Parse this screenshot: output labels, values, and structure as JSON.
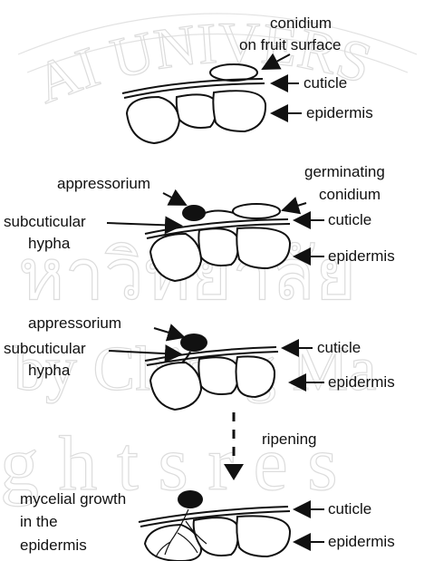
{
  "watermark": {
    "arc_text": "AI UNIVERS",
    "row1": "หาวิทยาลัย",
    "row2": "by Chiang Ma",
    "row3": "g h t s r e s"
  },
  "panels": [
    {
      "conidium_label": [
        "conidium",
        "on fruit surface"
      ],
      "cuticle_label": "cuticle",
      "epidermis_label": "epidermis"
    },
    {
      "appressorium_label": "appressorium",
      "germinating_label": [
        "germinating",
        "conidium"
      ],
      "subcuticular_label": [
        "subcuticular",
        "hypha"
      ],
      "cuticle_label": "cuticle",
      "epidermis_label": "epidermis"
    },
    {
      "appressorium_label": "appressorium",
      "subcuticular_label": [
        "subcuticular",
        "hypha"
      ],
      "cuticle_label": "cuticle",
      "epidermis_label": "epidermis"
    },
    {
      "mycelial_label": [
        "mycelial growth",
        "in the",
        "epidermis"
      ],
      "cuticle_label": "cuticle",
      "epidermis_label": "epidermis"
    }
  ],
  "ripening_label": "ripening"
}
